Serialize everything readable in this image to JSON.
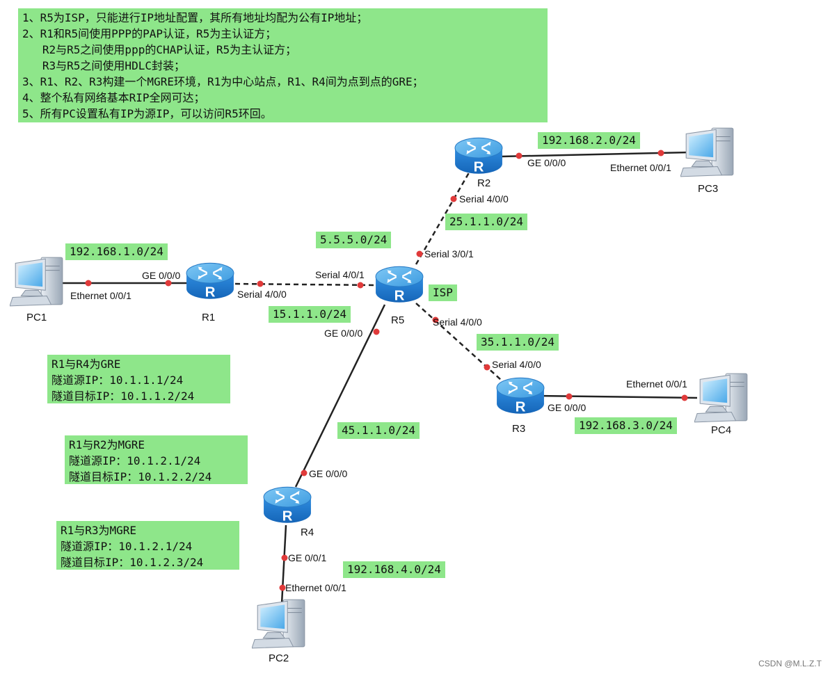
{
  "requirements": [
    "1、R5为ISP，只能进行IP地址配置，其所有地址均配为公有IP地址；",
    "2、R1和R5间使用PPP的PAP认证，R5为主认证方；",
    "   R2与R5之间使用ppp的CHAP认证，R5为主认证方；",
    "   R3与R5之间使用HDLC封装；",
    "3、R1、R2、R3构建一个MGRE环境，R1为中心站点，R1、R4间为点到点的GRE；",
    "4、整个私有网络基本RIP全网可达；",
    "5、所有PC设置私有IP为源IP，可以访问R5环回。"
  ],
  "tunnels": {
    "r1_r4": [
      "R1与R4为GRE",
      "隧道源IP：10.1.1.1/24",
      "隧道目标IP：10.1.1.2/24"
    ],
    "r1_r2": [
      "R1与R2为MGRE",
      "隧道源IP：10.1.2.1/24",
      "隧道目标IP：10.1.2.2/24"
    ],
    "r1_r3": [
      "R1与R3为MGRE",
      "隧道源IP：10.1.2.1/24",
      "隧道目标IP：10.1.2.3/24"
    ]
  },
  "subnets": {
    "lan1": "192.168.1.0/24",
    "lan2": "192.168.2.0/24",
    "lan3": "192.168.3.0/24",
    "lan4": "192.168.4.0/24",
    "loopback": "5.5.5.0/24",
    "r1_r5": "15.1.1.0/24",
    "r2_r5": "25.1.1.0/24",
    "r3_r5": "35.1.1.0/24",
    "r4_r5": "45.1.1.0/24",
    "isp": "ISP"
  },
  "devices": {
    "r1": "R1",
    "r2": "R2",
    "r3": "R3",
    "r4": "R4",
    "r5": "R5",
    "pc1": "PC1",
    "pc2": "PC2",
    "pc3": "PC3",
    "pc4": "PC4"
  },
  "ports": {
    "pc1_eth": "Ethernet 0/0/1",
    "r1_ge": "GE 0/0/0",
    "r1_s": "Serial 4/0/0",
    "r5_s401": "Serial 4/0/1",
    "r5_s301": "Serial 3/0/1",
    "r5_s400": "Serial 4/0/0",
    "r5_ge": "GE 0/0/0",
    "r2_s": "Serial 4/0/0",
    "r2_ge": "GE 0/0/0",
    "pc3_eth": "Ethernet 0/0/1",
    "r3_s": "Serial 4/0/0",
    "r3_ge": "GE 0/0/0",
    "pc4_eth": "Ethernet 0/0/1",
    "r4_ge_up": "GE 0/0/0",
    "r4_ge_down": "GE 0/0/1",
    "pc2_eth": "Ethernet 0/0/1"
  },
  "credit": "CSDN @M.L.Z.T",
  "colors": {
    "note_bg": "#8ee68a",
    "port_dot": "#e03a3a",
    "router": "#2e8fd8"
  }
}
